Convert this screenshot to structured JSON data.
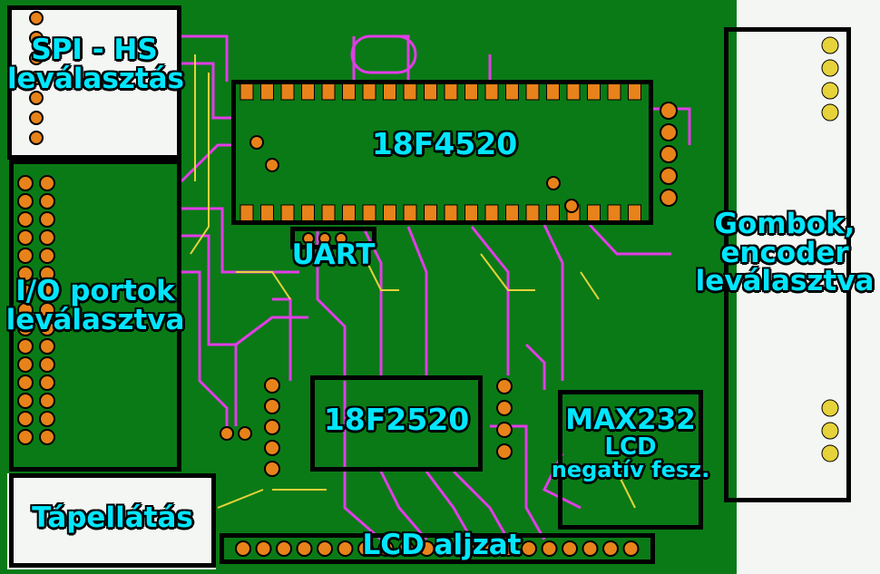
{
  "labels": {
    "spi_line1": "SPI - HS",
    "spi_line2": "leválasztás",
    "mcu_main": "18F4520",
    "uart": "UART",
    "io_line1": "I/O portok",
    "io_line2": "leválasztva",
    "buttons_line1": "Gombok,",
    "buttons_line2": "encoder",
    "buttons_line3": "leválasztva",
    "mcu_secondary": "18F2520",
    "max232_line1": "MAX232",
    "max232_line2": "LCD",
    "max232_line3": "negatív fesz.",
    "power": "Tápellátás",
    "lcd_socket": "LCD aljzat"
  },
  "colors": {
    "board_green": "#0a7a16",
    "trace_magenta": "#e23ce8",
    "trace_yellow": "#e6d23a",
    "pad_orange": "#e8821a",
    "pad_red": "#c8341c",
    "label_cyan": "#00e6ff",
    "block_border": "#000000"
  }
}
